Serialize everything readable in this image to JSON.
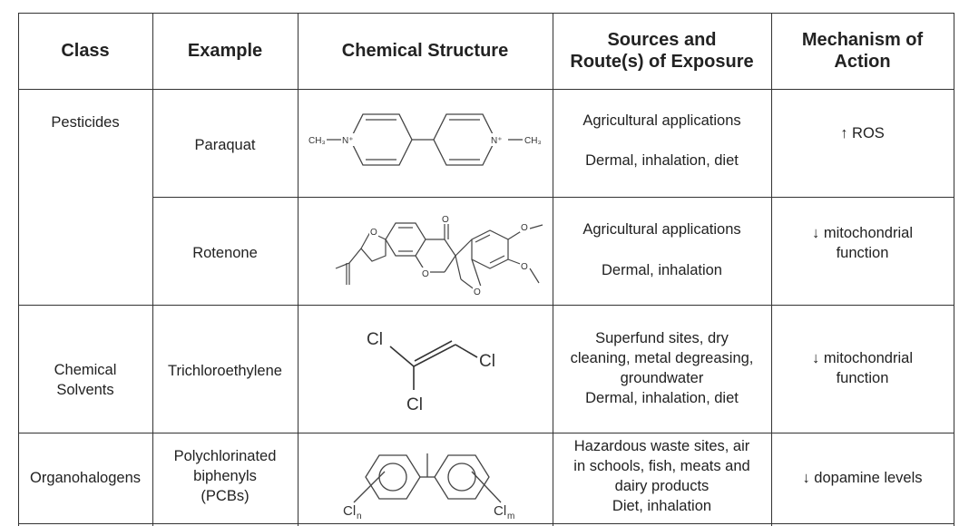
{
  "table": {
    "headers": [
      "Class",
      "Example",
      "Chemical Structure",
      "Sources and Route(s) of Exposure",
      "Mechanism of Action"
    ],
    "header_lines": {
      "sources_1": "Sources and",
      "sources_2": "Route(s) of Exposure",
      "mechanism_1": "Mechanism of",
      "mechanism_2": "Action"
    },
    "rows": [
      {
        "class": "Pesticides",
        "example": "Paraquat",
        "structure_labels": [
          "CH₃",
          "N⁺",
          "N⁺",
          "CH₃"
        ],
        "source": "Agricultural applications",
        "route": "Dermal, inhalation, diet",
        "mechanism": "↑ ROS"
      },
      {
        "class": "",
        "example": "Rotenone",
        "structure_labels": [
          "O",
          "O",
          "O",
          "O",
          "O",
          "O"
        ],
        "source": "Agricultural applications",
        "route": "Dermal, inhalation",
        "mechanism_1": "↓ mitochondrial",
        "mechanism_2": "function"
      },
      {
        "class_1": "Chemical",
        "class_2": "Solvents",
        "example": "Trichloroethylene",
        "structure_labels": [
          "Cl",
          "Cl",
          "Cl"
        ],
        "source_1": "Superfund sites, dry",
        "source_2": "cleaning, metal degreasing,",
        "source_3": "groundwater",
        "route": "Dermal, inhalation, diet",
        "mechanism_1": "↓ mitochondrial",
        "mechanism_2": "function"
      },
      {
        "class": "Organohalogens",
        "example_1": "Polychlorinated",
        "example_2": "biphenyls",
        "example_3": "(PCBs)",
        "structure_labels": [
          "Cl",
          "n",
          "Cl",
          "m"
        ],
        "source_1": "Hazardous waste sites, air",
        "source_2": "in schools, fish, meats and",
        "source_3": "dairy products",
        "route": "Diet, inhalation",
        "mechanism": "↓ dopamine levels"
      }
    ]
  }
}
